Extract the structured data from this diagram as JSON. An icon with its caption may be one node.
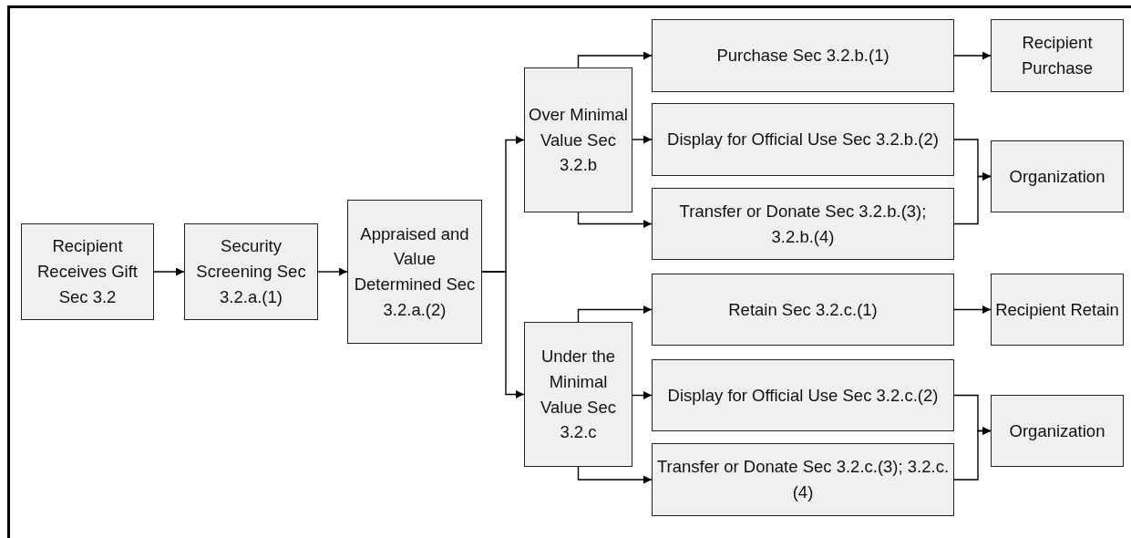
{
  "diagram": {
    "nodes": [
      {
        "text": [
          "Recipient Receives Gift Sec 3.2"
        ]
      },
      {
        "text": [
          "Security Screening Sec 3.2.a.(1)"
        ]
      },
      {
        "text": [
          "Appraised and Value Determined Sec 3.2.a.(2)"
        ]
      },
      {
        "text": [
          "Over Minimal Value Sec 3.2.b"
        ]
      },
      {
        "text": [
          "Purchase Sec 3.2.b.(1)"
        ]
      },
      {
        "text": [
          "Recipient Purchase"
        ]
      },
      {
        "text": [
          "Display for Official Use Sec 3.2.b.(2)"
        ]
      },
      {
        "text": [
          "Transfer or Donate Sec 3.2.b.(3); 3.2.b.(4)"
        ]
      },
      {
        "text": [
          "Organization"
        ]
      },
      {
        "text": [
          "Under the Minimal Value Sec 3.2.c"
        ]
      },
      {
        "text": [
          "Retain Sec 3.2.c.(1)"
        ]
      },
      {
        "text": [
          "Recipient Retain"
        ]
      },
      {
        "text": [
          "Display for Official Use Sec 3.2.c.(2)"
        ]
      },
      {
        "text": [
          "Transfer or Donate Sec 3.2.c.(3); 3.2.c.(4)"
        ]
      },
      {
        "text": [
          "Organization"
        ]
      }
    ],
    "edges": [
      {
        "from": 0,
        "to": 1,
        "arrow": "to"
      },
      {
        "from": 1,
        "to": 2,
        "arrow": "to"
      },
      {
        "from": 2,
        "to": 3,
        "arrow": "to"
      },
      {
        "from": 2,
        "to": 9,
        "arrow": "to"
      },
      {
        "from": 3,
        "to": 4,
        "arrow": "to"
      },
      {
        "from": 3,
        "to": 6,
        "arrow": "to"
      },
      {
        "from": 3,
        "to": 7,
        "arrow": "to"
      },
      {
        "from": 4,
        "to": 5,
        "arrow": "to"
      },
      {
        "from": 6,
        "to": 8,
        "arrow": "to"
      },
      {
        "from": 7,
        "to": 8,
        "arrow": "to"
      },
      {
        "from": 9,
        "to": 10,
        "arrow": "to"
      },
      {
        "from": 9,
        "to": 12,
        "arrow": "to"
      },
      {
        "from": 9,
        "to": 13,
        "arrow": "to"
      },
      {
        "from": 10,
        "to": 11,
        "arrow": "to"
      },
      {
        "from": 12,
        "to": 14,
        "arrow": "to"
      },
      {
        "from": 13,
        "to": 14,
        "arrow": "to"
      }
    ]
  }
}
